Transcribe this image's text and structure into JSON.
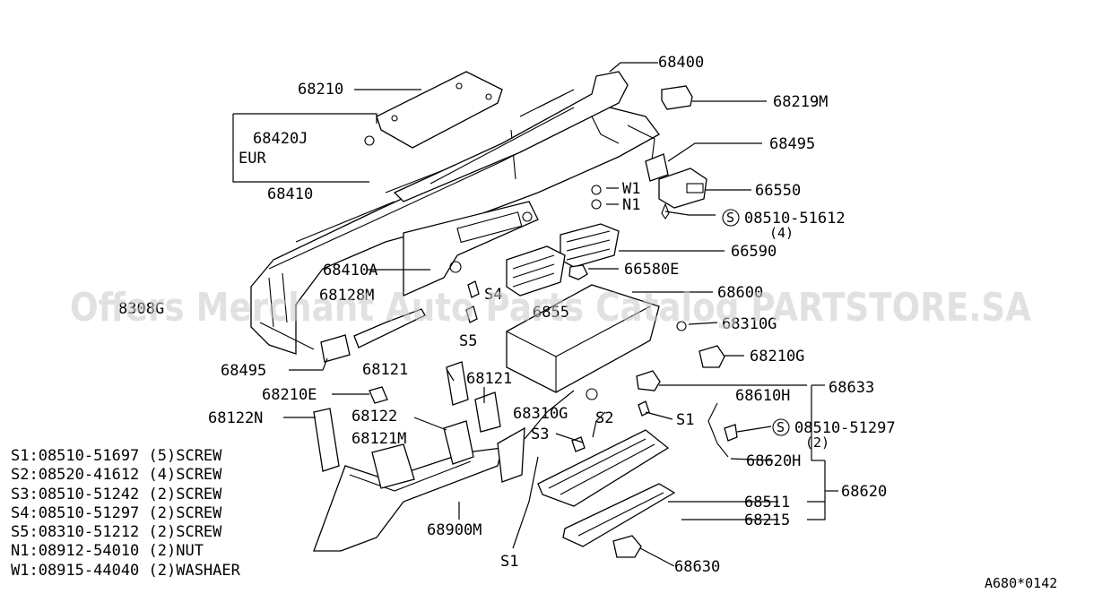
{
  "callouts": {
    "p68400": "68400",
    "p68210": "68210",
    "p68219M": "68219M",
    "p68420J": "68420J",
    "eur": "EUR",
    "p68495_top": "68495",
    "p68410": "68410",
    "w1": "W1",
    "p66550": "66550",
    "n1": "N1",
    "screw_08510_51612": "08510-51612",
    "qty_4": "(4)",
    "p66590": "66590",
    "p68410A": "68410A",
    "p66580E": "66580E",
    "s4": "S4",
    "p68128M": "68128M",
    "p68600": "68600",
    "p68310G_right": "68310G",
    "s5": "S5",
    "p68210G": "68210G",
    "p68495_left": "68495",
    "p68121_a": "68121",
    "p68121_b": "68121",
    "p68633": "68633",
    "p68610H": "68610H",
    "p68210E": "68210E",
    "p68310G_mid": "68310G",
    "p68122N": "68122N",
    "p68122": "68122",
    "s2_call": "S2",
    "s1_right": "S1",
    "screw_08510_51297": "08510-51297",
    "qty_2": "(2)",
    "s3_call": "S3",
    "p68121M": "68121M",
    "p68620H": "68620H",
    "p68620": "68620",
    "p68511": "68511",
    "p68900M": "68900M",
    "p68215": "68215",
    "s1_bottom": "S1",
    "p68630": "68630",
    "p8308G": "8308G",
    "p6855": "6855"
  },
  "legend": [
    "S1:08510-51697 (5)SCREW",
    "S2:08520-41612 (4)SCREW",
    "S3:08510-51242 (2)SCREW",
    "S4:08510-51297 (2)SCREW",
    "S5:08310-51212 (2)SCREW",
    "N1:08912-54010 (2)NUT",
    "W1:08915-44040 (2)WASHAER"
  ],
  "watermark": "Offers Merchant Auto Parts Catalog PARTSTORE.SA",
  "diagram_code": "A680*0142",
  "circled_s": "S"
}
